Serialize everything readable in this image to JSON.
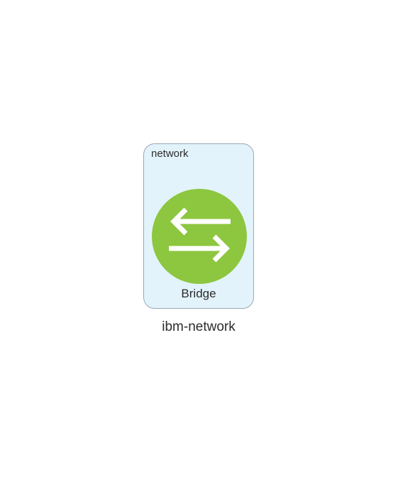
{
  "network": {
    "type_label": "network",
    "device_label": "Bridge",
    "device_icon": "bridge-arrows-icon",
    "name": "ibm-network"
  },
  "colors": {
    "card_background": "#e3f3fb",
    "card_border": "#9aa7b4",
    "icon_circle": "#8dc63f",
    "icon_arrows": "#ffffff"
  }
}
